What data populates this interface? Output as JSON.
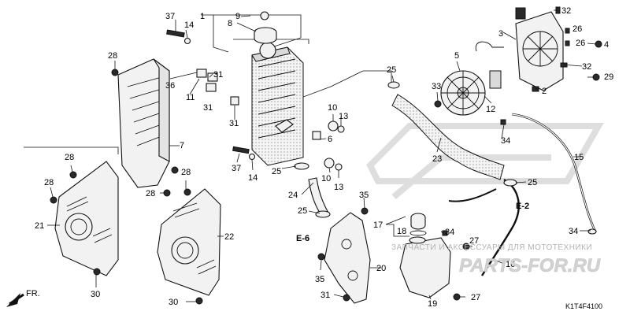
{
  "callouts": {
    "c1": "1",
    "c2": "2",
    "c3": "3",
    "c4": "4",
    "c5": "5",
    "c6": "6",
    "c7": "7",
    "c8": "8",
    "c9": "9",
    "c10": "10",
    "c10b": "10",
    "c11": "11",
    "c12": "12",
    "c13": "13",
    "c13b": "13",
    "c14": "14",
    "c14b": "14",
    "c15": "15",
    "c16": "16",
    "c17": "17",
    "c18": "18",
    "c19": "19",
    "c20": "20",
    "c21": "21",
    "c22": "22",
    "c23": "23",
    "c24": "24",
    "c25a": "25",
    "c25b": "25",
    "c25c": "25",
    "c25d": "25",
    "c26a": "26",
    "c26b": "26",
    "c27a": "27",
    "c27b": "27",
    "c28a": "28",
    "c28b": "28",
    "c28c": "28",
    "c28d": "28",
    "c28e": "28",
    "c29": "29",
    "c30a": "30",
    "c30b": "30",
    "c31a": "31",
    "c31b": "31",
    "c31c": "31",
    "c31d": "31",
    "c32a": "32",
    "c32b": "32",
    "c33": "33",
    "c34a": "34",
    "c34b": "34",
    "c34c": "34",
    "c35a": "35",
    "c35b": "35",
    "c36": "36",
    "c37a": "37",
    "c37b": "37"
  },
  "refs": {
    "e2": "E-2",
    "e6": "E-6"
  },
  "front_arrow": "FR.",
  "diagram_code": "K1T4F4100",
  "watermark": {
    "line1": "ЗАПЧАСТИ И АКСЕССУАРЫ ДЛЯ МОТОТЕХНИКИ",
    "line2": "PARTS-FOR.RU"
  }
}
